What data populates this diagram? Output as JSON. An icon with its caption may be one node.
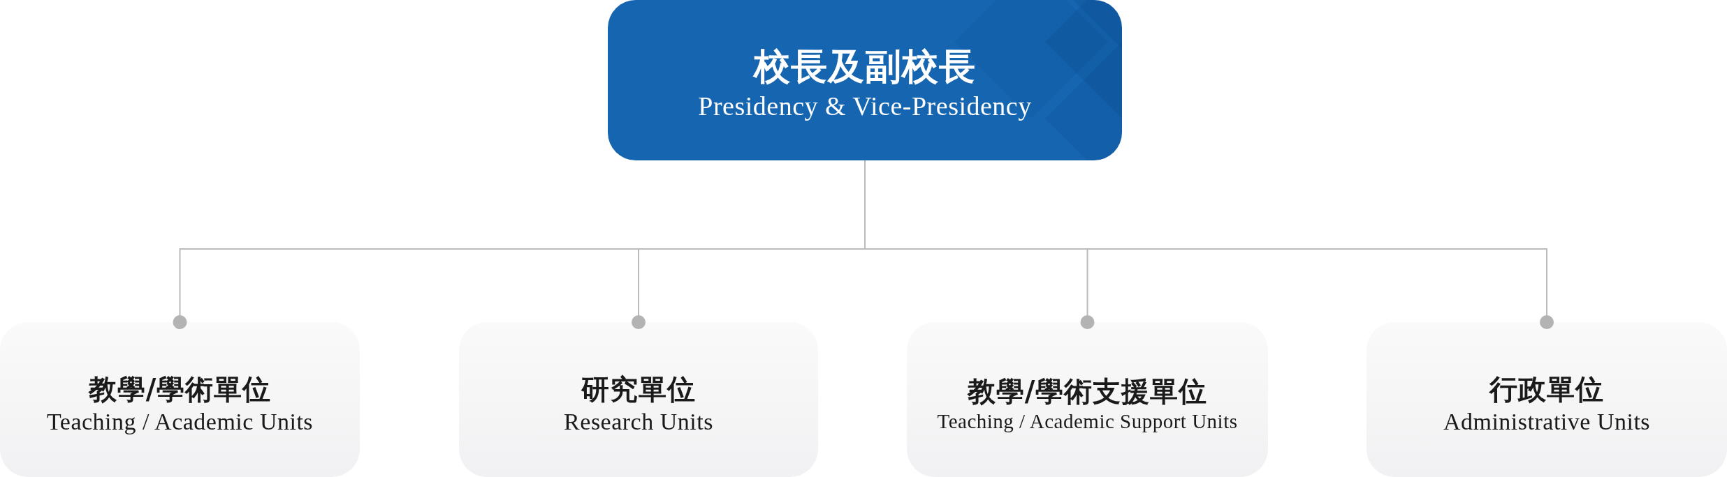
{
  "diagram": {
    "nodes": [
      {
        "text": [
          "校長及副校長",
          "Presidency & Vice-Presidency"
        ]
      },
      {
        "text": [
          "教學/學術單位",
          "Teaching / Academic Units"
        ]
      },
      {
        "text": [
          "研究單位",
          "Research Units"
        ]
      },
      {
        "text": [
          "教學/學術支援單位",
          "Teaching / Academic Support Units"
        ]
      },
      {
        "text": [
          "行政單位",
          "Administrative Units"
        ]
      }
    ],
    "edges": [
      {
        "from": 0,
        "to": 1,
        "arrow": "other"
      },
      {
        "from": 0,
        "to": 2,
        "arrow": "other"
      },
      {
        "from": 0,
        "to": 3,
        "arrow": "other"
      },
      {
        "from": 0,
        "to": 4,
        "arrow": "other"
      }
    ]
  }
}
